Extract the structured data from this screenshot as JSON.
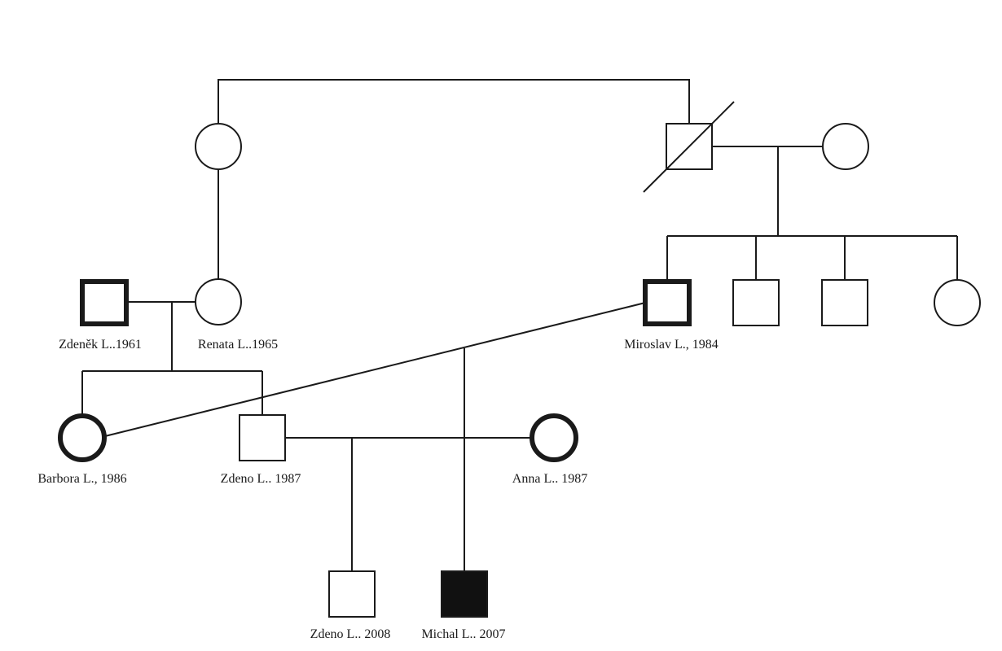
{
  "labels": {
    "zdenek": "Zdeněk L..1961",
    "renata": "Renata L..1965",
    "miroslav": "Miroslav L., 1984",
    "barbora": "Barbora L., 1986",
    "zdeno_1987": "Zdeno L.. 1987",
    "anna": "Anna L.. 1987",
    "zdeno_2008": "Zdeno L.. 2008",
    "michal": "Michal L.. 2007"
  },
  "colors": {
    "line": "#1a1a1a",
    "affected_fill": "#111111",
    "background": "#ffffff"
  }
}
